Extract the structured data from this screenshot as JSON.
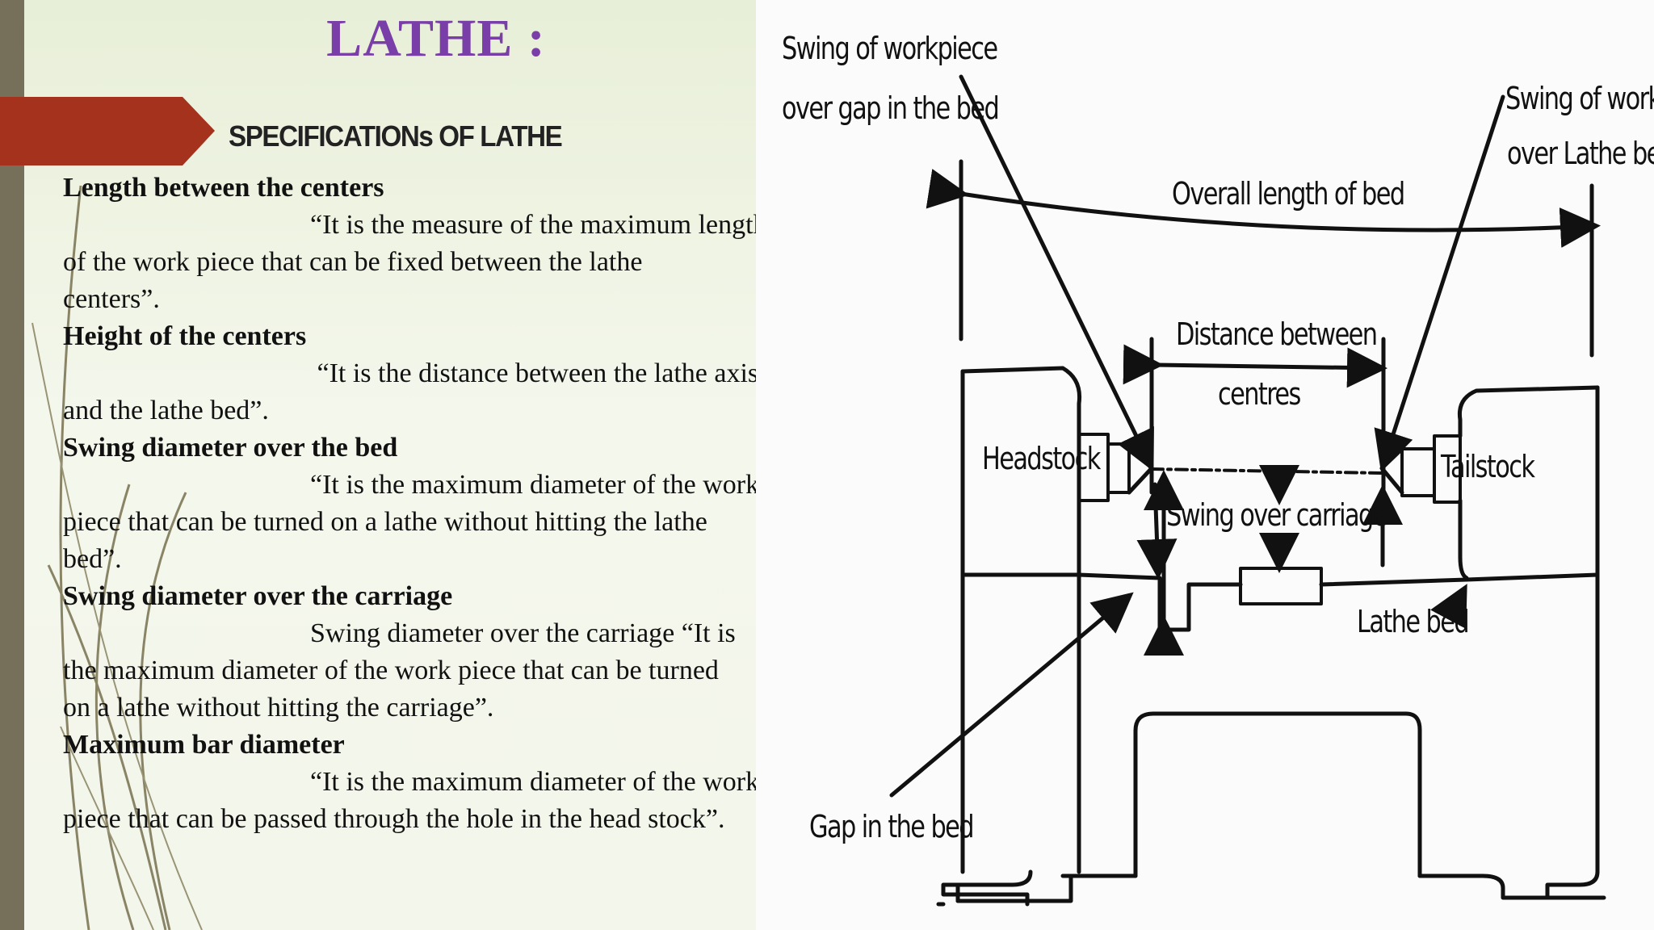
{
  "slide": {
    "title": "LATHE :",
    "subtitle": "SPECIFICATIONs OF LATHE"
  },
  "specs": [
    {
      "heading": "Length between the centers",
      "lines": [
        "“It is the measure of the maximum length",
        "of the work piece that can be fixed between the lathe",
        "centers”."
      ]
    },
    {
      "heading": "Height of the centers",
      "lines": [
        " “It is the distance between the lathe axis",
        "and the lathe bed”."
      ]
    },
    {
      "heading": "Swing diameter over the bed",
      "lines": [
        "“It is the maximum diameter of the work",
        "piece that can be turned on a lathe without hitting the lathe",
        "bed”."
      ]
    },
    {
      "heading": "Swing diameter over the carriage",
      "lines": [
        "Swing diameter over the carriage “It is",
        "the maximum diameter of the work piece that can be turned",
        "on a lathe without hitting the carriage”."
      ]
    },
    {
      "heading": "Maximum bar diameter",
      "lines": [
        "“It is the maximum diameter of the work",
        "piece that can be passed through the hole in the head stock”."
      ]
    }
  ],
  "diagram": {
    "labels": {
      "swing_gap_1": "Swing of workpiece",
      "swing_gap_2": "over gap in the bed",
      "swing_bed_1": "Swing of workpie",
      "swing_bed_2": "over Lathe bed",
      "overall_length": "Overall length of bed",
      "distance_1": "Distance between",
      "distance_2": "centres",
      "headstock": "Headstock",
      "tailstock": "Tailstock",
      "swing_carriage": "Swing over carriage",
      "lathe_bed": "Lathe bed",
      "gap_bed": "Gap in the bed"
    }
  },
  "colors": {
    "title": "#7a3ea8",
    "chevron": "#a5321c",
    "side_bar": "#76705a"
  }
}
